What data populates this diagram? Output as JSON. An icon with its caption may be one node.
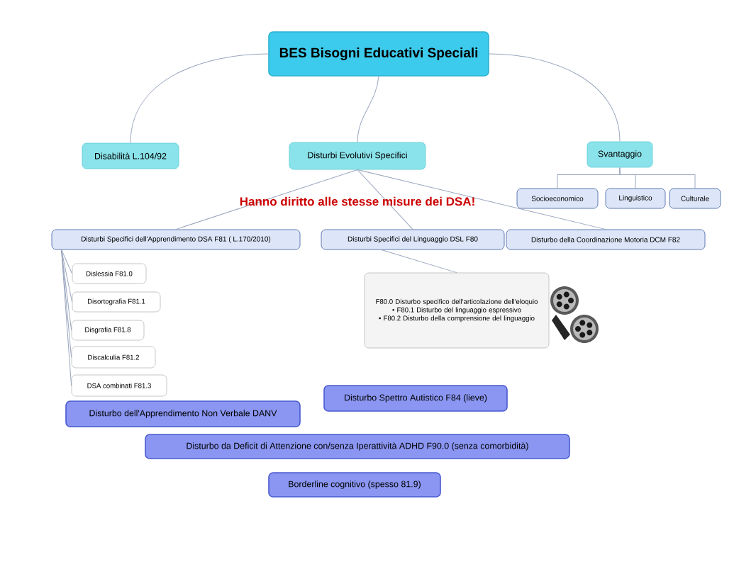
{
  "diagram": {
    "nodes": [
      {
        "text": [
          "BES  Bisogni Educativi Speciali"
        ]
      },
      {
        "text": [
          "Disabilità L.104/92"
        ]
      },
      {
        "text": [
          "Disturbi Evolutivi Specifici"
        ]
      },
      {
        "text": [
          "Svantaggio"
        ]
      },
      {
        "text": [
          "Socioeconomico"
        ]
      },
      {
        "text": [
          "Linguistico"
        ]
      },
      {
        "text": [
          "Culturale"
        ]
      },
      {
        "text": [
          "Disturbi Specifici dell'Apprendimento DSA F81 ( L.170/2010)"
        ]
      },
      {
        "text": [
          "Disturbi Specifici del Linguaggio DSL F80"
        ]
      },
      {
        "text": [
          "Disturbo della Coordinazione Motoria DCM F82"
        ]
      },
      {
        "text": [
          "F80.0 Disturbo specifico dell'articolazione dell'eloquio",
          "• F80.1 Disturbo del linguaggio espressivo",
          "• F80.2 Disturbo della comprensione del linguaggio"
        ]
      },
      {
        "text": [
          "Dislessia F81.0"
        ]
      },
      {
        "text": [
          "Disortografia F81.1"
        ]
      },
      {
        "text": [
          "Disgrafia F81.8"
        ]
      },
      {
        "text": [
          "Discalculia F81.2"
        ]
      },
      {
        "text": [
          "DSA combinati F81.3"
        ]
      },
      {
        "text": [
          "Disturbo Spettro Autistico F84 (lieve)"
        ]
      },
      {
        "text": [
          "Disturbo dell'Apprendimento Non Verbale DANV"
        ]
      },
      {
        "text": [
          "Disturbo da Deficit di Attenzione con/senza Iperattività ADHD F90.0 (senza comorbidità)"
        ]
      },
      {
        "text": [
          "Borderline cognitivo (spesso 81.9)"
        ]
      }
    ],
    "edges": [
      {
        "from": 0,
        "to": 1,
        "arrow": "none"
      },
      {
        "from": 0,
        "to": 2,
        "arrow": "none"
      },
      {
        "from": 0,
        "to": 3,
        "arrow": "none"
      },
      {
        "from": 3,
        "to": 4,
        "arrow": "none"
      },
      {
        "from": 3,
        "to": 5,
        "arrow": "none"
      },
      {
        "from": 3,
        "to": 6,
        "arrow": "none"
      },
      {
        "from": 2,
        "to": 7,
        "arrow": "none"
      },
      {
        "from": 2,
        "to": 8,
        "arrow": "none"
      },
      {
        "from": 2,
        "to": 9,
        "arrow": "none"
      },
      {
        "from": 8,
        "to": 10,
        "arrow": "none"
      },
      {
        "from": 7,
        "to": 11,
        "arrow": "none"
      },
      {
        "from": 7,
        "to": 12,
        "arrow": "none"
      },
      {
        "from": 7,
        "to": 13,
        "arrow": "none"
      },
      {
        "from": 7,
        "to": 14,
        "arrow": "none"
      },
      {
        "from": 7,
        "to": 15,
        "arrow": "none"
      }
    ],
    "labels": [
      "Hanno diritto alle stesse misure dei DSA!"
    ]
  }
}
